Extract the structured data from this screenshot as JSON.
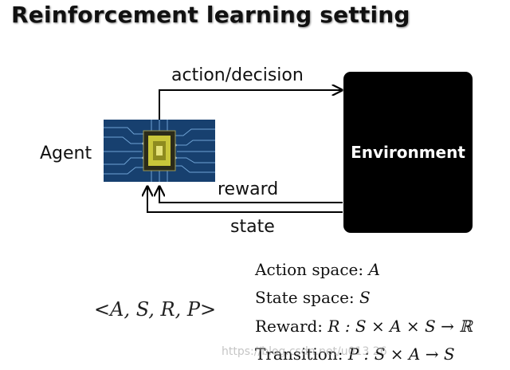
{
  "title": "Reinforcement learning setting",
  "diagram": {
    "agent_label": "Agent",
    "environment_label": "Environment",
    "action_label": "action/decision",
    "reward_label": "reward",
    "state_label": "state"
  },
  "tuple": "<A, S, R, P>",
  "definitions": {
    "action": {
      "label": "Action space: ",
      "math": "A"
    },
    "state": {
      "label": "State space: ",
      "math": "S"
    },
    "reward": {
      "label": "Reward: ",
      "math": "R : S × A × S → ℝ"
    },
    "transition": {
      "label": "Transition: ",
      "math": "P : S × A → S"
    }
  },
  "watermark": "https://blog.csdn.net/u013 26",
  "colors": {
    "environment_box": "#000000",
    "chip_blue": "#1d4f8c",
    "chip_core": "#c9c63a"
  }
}
